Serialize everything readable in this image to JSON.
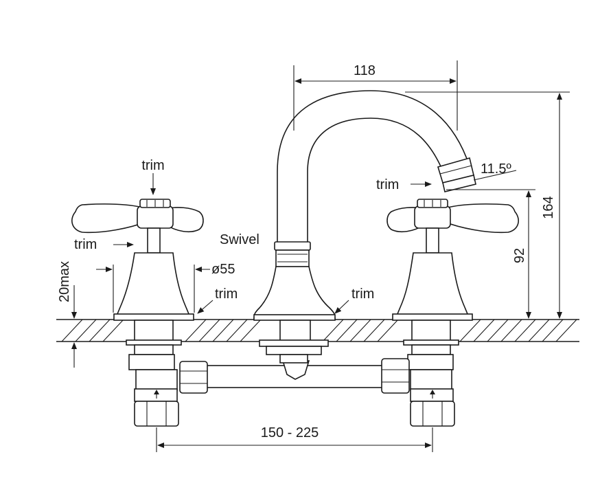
{
  "dimensions": {
    "spout_reach": "118",
    "overall_height": "164",
    "outlet_height": "92",
    "handle_spacing": "150 - 225",
    "base_diameter": "ø55",
    "max_deck_thickness": "20max",
    "spout_angle": "11.5º"
  },
  "labels": {
    "trim_top_left": "trim",
    "trim_left_stem": "trim",
    "trim_left_base": "trim",
    "trim_spout_base": "trim",
    "trim_outlet": "trim",
    "swivel": "Swivel"
  },
  "colors": {
    "line": "#1a1a1a",
    "background": "#ffffff"
  }
}
